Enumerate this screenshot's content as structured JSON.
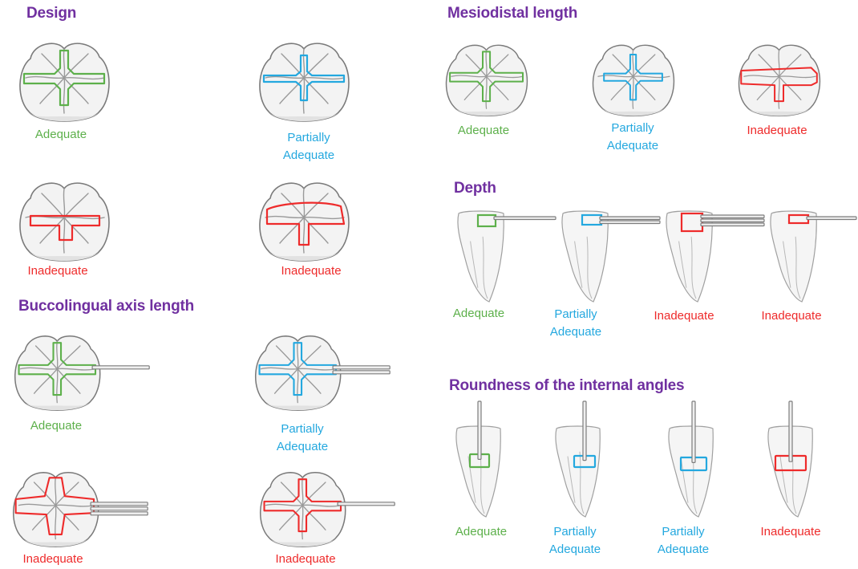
{
  "colors": {
    "title": "#7030a0",
    "adequate": "#5db04b",
    "partially_adequate": "#24a8df",
    "inadequate": "#ee2b2b"
  },
  "sections": {
    "design": {
      "title": "Design",
      "items": [
        {
          "label": "Adequate",
          "rating": "adequate"
        },
        {
          "label": "Partially Adequate",
          "rating": "partially_adequate"
        },
        {
          "label": "Inadequate",
          "rating": "inadequate"
        },
        {
          "label": "Inadequate",
          "rating": "inadequate"
        }
      ]
    },
    "buccolingual": {
      "title": "Buccolingual axis length",
      "items": [
        {
          "label": "Adequate",
          "rating": "adequate"
        },
        {
          "label": "Partially Adequate",
          "rating": "partially_adequate"
        },
        {
          "label": "Inadequate",
          "rating": "inadequate"
        },
        {
          "label": "Inadequate",
          "rating": "inadequate"
        }
      ]
    },
    "mesiodistal": {
      "title": "Mesiodistal length",
      "items": [
        {
          "label": "Adequate",
          "rating": "adequate"
        },
        {
          "label": "Partially Adequate",
          "rating": "partially_adequate"
        },
        {
          "label": "Inadequate",
          "rating": "inadequate"
        }
      ]
    },
    "depth": {
      "title": "Depth",
      "items": [
        {
          "label": "Adequate",
          "rating": "adequate"
        },
        {
          "label": "Partially Adequate",
          "rating": "partially_adequate"
        },
        {
          "label": "Inadequate",
          "rating": "inadequate"
        },
        {
          "label": "Inadequate",
          "rating": "inadequate"
        }
      ]
    },
    "roundness": {
      "title": "Roundness of the internal angles",
      "items": [
        {
          "label": "Adequate",
          "rating": "adequate"
        },
        {
          "label": "Partially Adequate",
          "rating": "partially_adequate"
        },
        {
          "label": "Partially Adequate",
          "rating": "partially_adequate"
        },
        {
          "label": "Inadequate",
          "rating": "inadequate"
        }
      ]
    }
  }
}
